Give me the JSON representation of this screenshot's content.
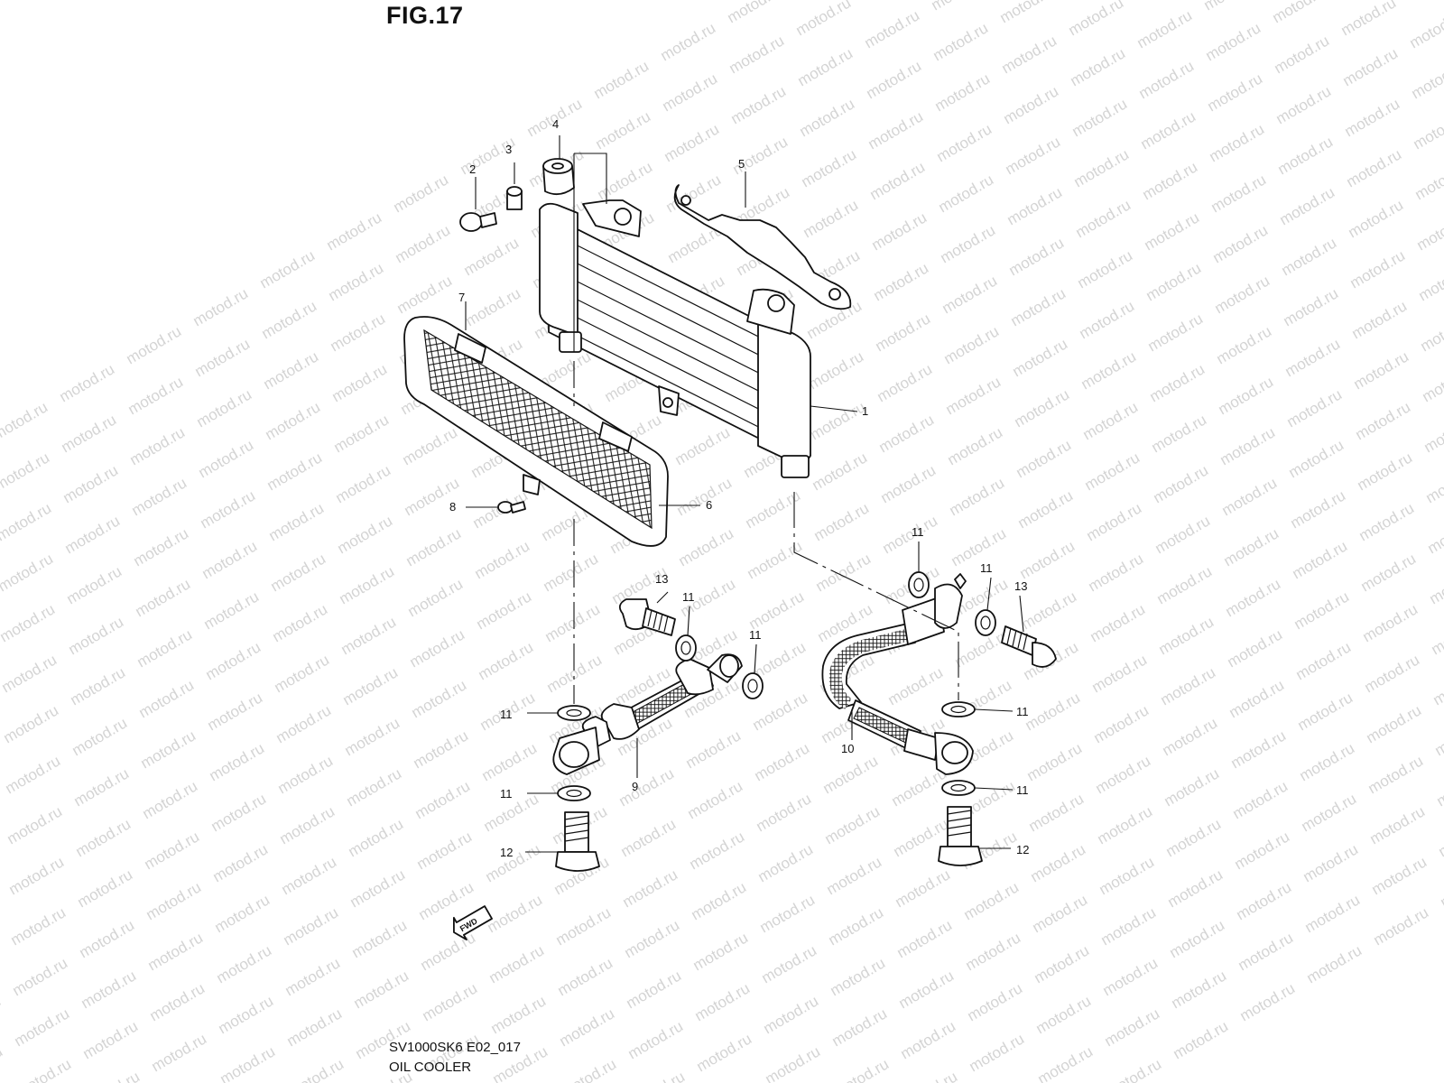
{
  "figure": {
    "title": "FIG.17",
    "footer_model": "SV1000SK6 E02_017",
    "footer_name": "OIL COOLER",
    "watermark": "motod.ru"
  },
  "callouts": [
    {
      "id": "c1",
      "text": "1"
    },
    {
      "id": "c2",
      "text": "2"
    },
    {
      "id": "c3",
      "text": "3"
    },
    {
      "id": "c4",
      "text": "4"
    },
    {
      "id": "c5",
      "text": "5"
    },
    {
      "id": "c6",
      "text": "6"
    },
    {
      "id": "c7",
      "text": "7"
    },
    {
      "id": "c8",
      "text": "8"
    },
    {
      "id": "c9",
      "text": "9"
    },
    {
      "id": "c10",
      "text": "10"
    },
    {
      "id": "c11a",
      "text": "11"
    },
    {
      "id": "c11b",
      "text": "11"
    },
    {
      "id": "c11c",
      "text": "11"
    },
    {
      "id": "c11d",
      "text": "11"
    },
    {
      "id": "c11e",
      "text": "11"
    },
    {
      "id": "c11f",
      "text": "11"
    },
    {
      "id": "c11g",
      "text": "11"
    },
    {
      "id": "c11h",
      "text": "11"
    },
    {
      "id": "c12a",
      "text": "12"
    },
    {
      "id": "c12b",
      "text": "12"
    },
    {
      "id": "c13a",
      "text": "13"
    },
    {
      "id": "c13b",
      "text": "13"
    }
  ],
  "fwd_label": "FWD",
  "icons": [
    "fwd-arrow-icon"
  ]
}
